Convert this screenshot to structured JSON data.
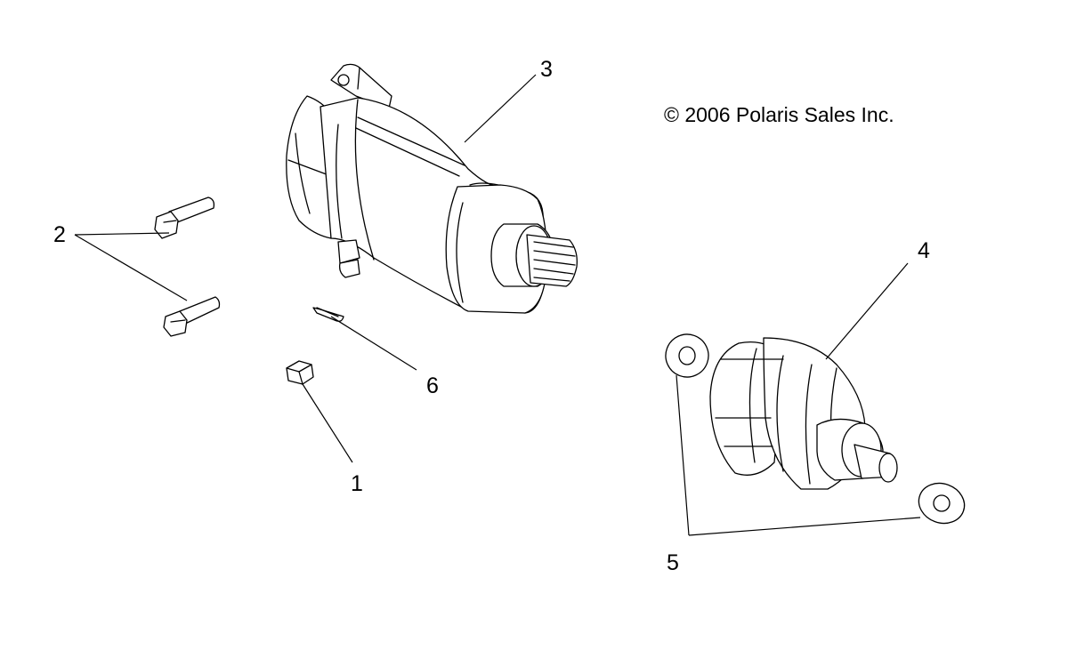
{
  "copyright": "© 2006 Polaris Sales Inc.",
  "callouts": [
    {
      "id": "1",
      "text": "1"
    },
    {
      "id": "2",
      "text": "2"
    },
    {
      "id": "3",
      "text": "3"
    },
    {
      "id": "4",
      "text": "4"
    },
    {
      "id": "5",
      "text": "5"
    },
    {
      "id": "6",
      "text": "6"
    }
  ]
}
